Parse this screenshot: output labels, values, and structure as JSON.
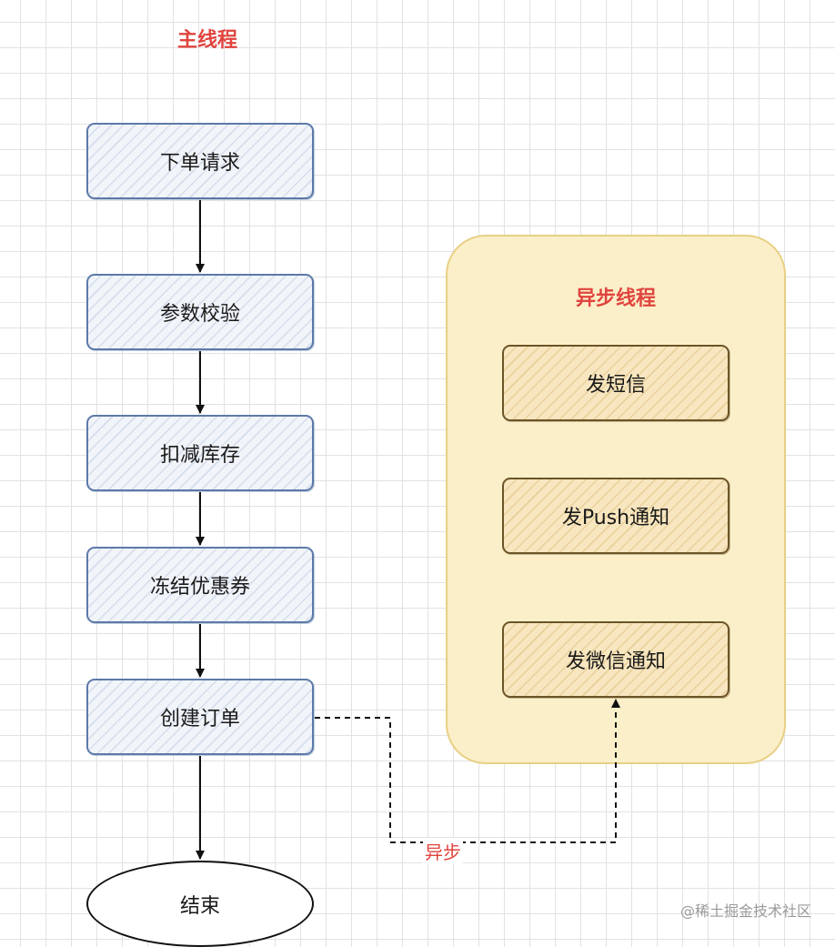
{
  "main_thread": {
    "title": "主线程",
    "steps": [
      "下单请求",
      "参数校验",
      "扣减库存",
      "冻结优惠券",
      "创建订单"
    ],
    "end": "结束"
  },
  "async_thread": {
    "title": "异步线程",
    "tasks": [
      "发短信",
      "发Push通知",
      "发微信通知"
    ]
  },
  "async_edge_label": "异步",
  "watermark": "@稀土掘金技术社区",
  "colors": {
    "title_red": "#e0443e",
    "main_border": "#5c7aa8",
    "async_fill": "#fbefc9",
    "async_border": "#e8cf84",
    "task_fill": "#f7e6bf",
    "task_border": "#6b5428"
  }
}
